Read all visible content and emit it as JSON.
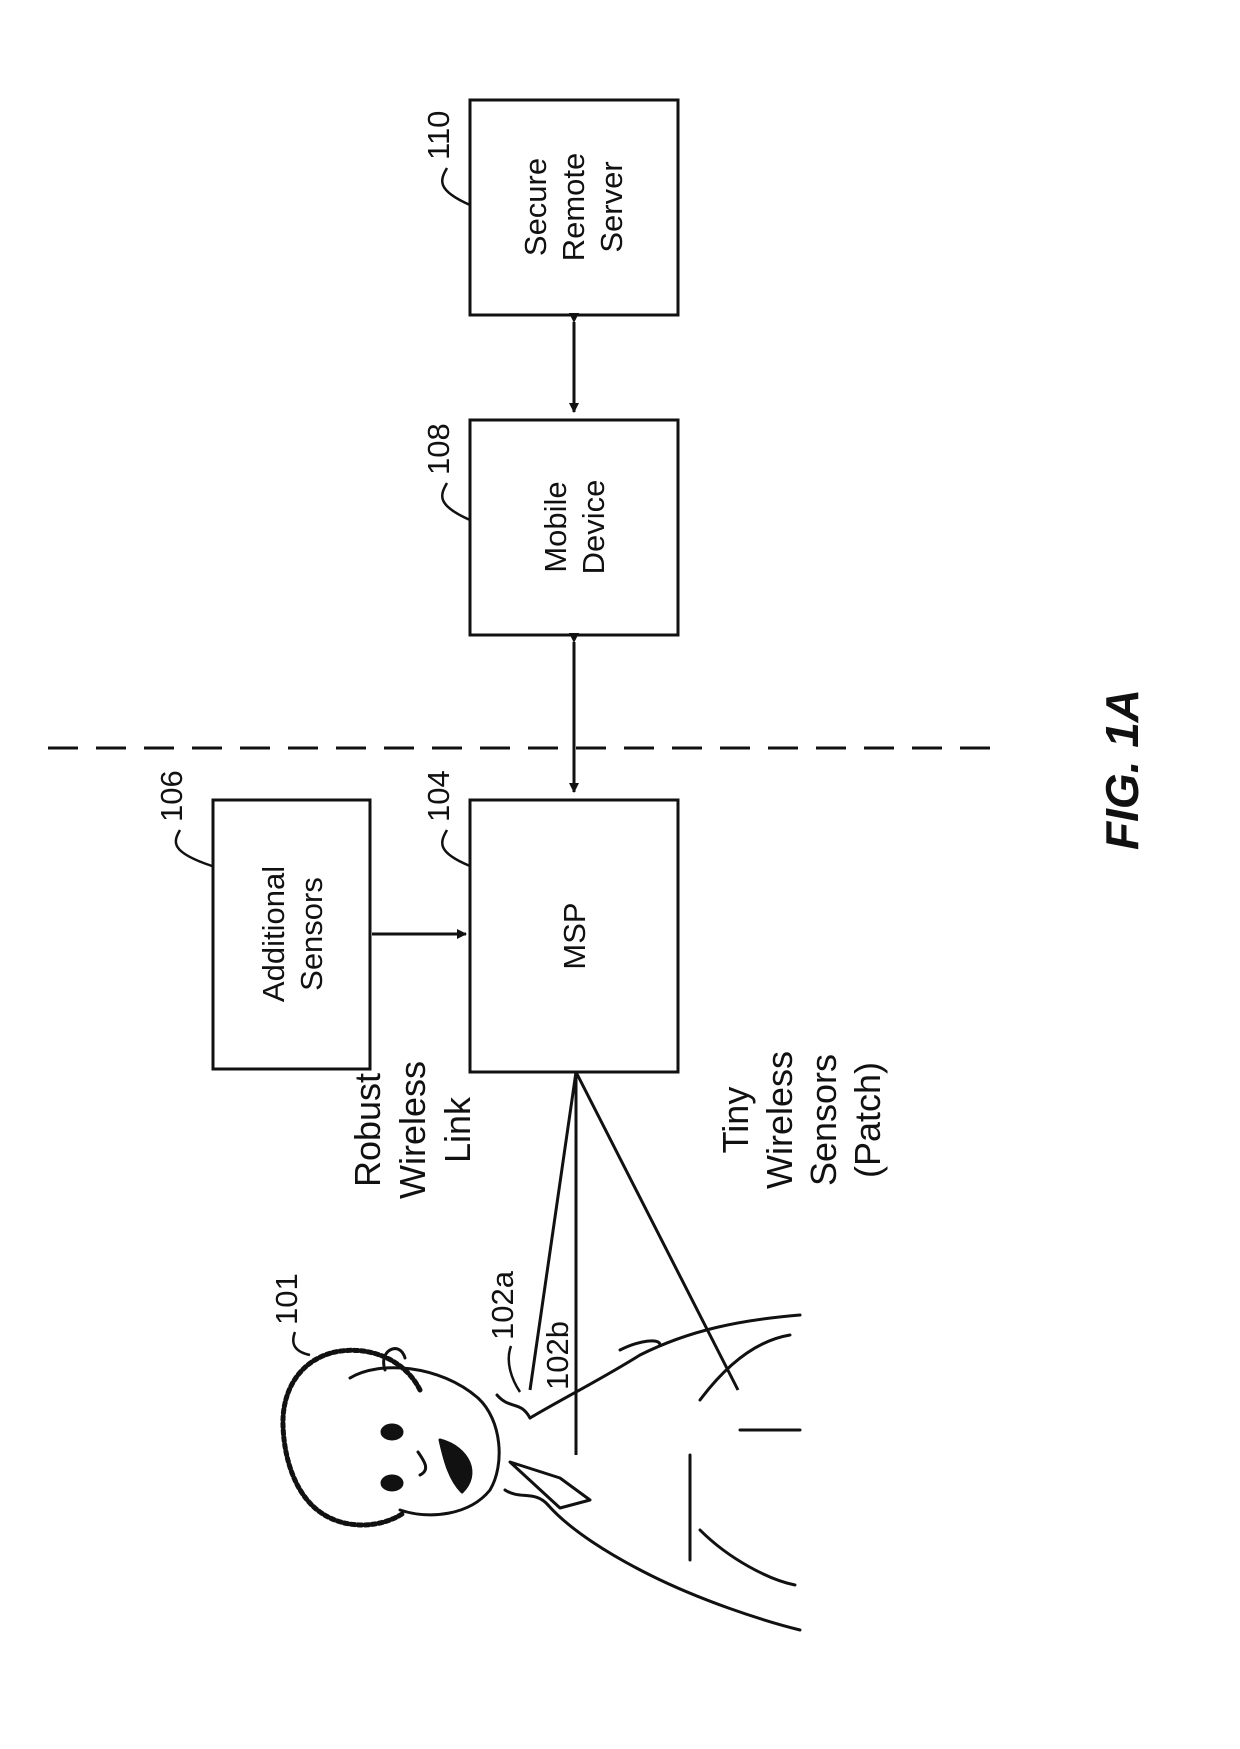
{
  "figure_label": "FIG. 1A",
  "person": {
    "ref": "101"
  },
  "sensors": {
    "ref_a": "102a",
    "ref_b": "102b",
    "label_line1": "Tiny",
    "label_line2": "Wireless",
    "label_line3": "Sensors",
    "label_line4": "(Patch)"
  },
  "link": {
    "line1": "Robust",
    "line2": "Wireless",
    "line3": "Link"
  },
  "additional_sensors": {
    "ref": "106",
    "line1": "Additional",
    "line2": "Sensors"
  },
  "msp": {
    "ref": "104",
    "label": "MSP"
  },
  "mobile_device": {
    "ref": "108",
    "line1": "Mobile",
    "line2": "Device"
  },
  "secure_remote_server": {
    "ref": "110",
    "line1": "Secure",
    "line2": "Remote",
    "line3": "Server"
  }
}
